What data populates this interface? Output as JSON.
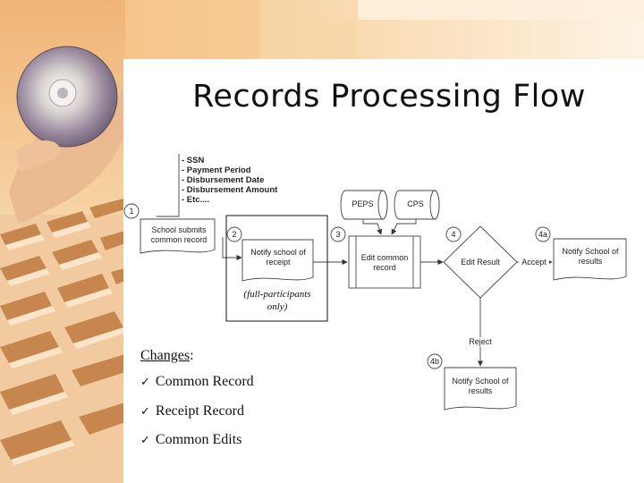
{
  "slide": {
    "title": "Records Processing Flow"
  },
  "record_fields": [
    "- SSN",
    "- Payment Period",
    "- Disbursement Date",
    "- Disbursement Amount",
    "- Etc...."
  ],
  "steps": {
    "s1": {
      "number": "1",
      "label_line1": "School submits",
      "label_line2": "common record"
    },
    "s2": {
      "number": "2",
      "label_line1": "Notify school of",
      "label_line2": "receipt"
    },
    "s3": {
      "number": "3",
      "label_line1": "Edit common",
      "label_line2": "record"
    },
    "s4": {
      "number": "4",
      "label": "Edit Result"
    },
    "s4a": {
      "number": "4a",
      "label_line1": "Notify School of",
      "label_line2": "results"
    },
    "s4b": {
      "number": "4b",
      "label_line1": "Notify School of",
      "label_line2": "results"
    }
  },
  "databases": {
    "peps": "PEPS",
    "cps": "CPS"
  },
  "edges": {
    "accept": "Accept",
    "reject": "Reject"
  },
  "note_line1": "(full-participants",
  "note_line2": "only)",
  "changes": {
    "title": "Changes",
    "colon": ":",
    "check_glyph": "✓",
    "items": [
      "Common Record",
      "Receipt Record",
      "Common Edits"
    ]
  },
  "decoration": {
    "header_icon": "cd-in-hand-icon",
    "sidebar_icon": "keyboard-keys-icon",
    "accent_colors": [
      "#f3c48c",
      "#e8a25c",
      "#fbe6c8",
      "#c2732d"
    ]
  }
}
